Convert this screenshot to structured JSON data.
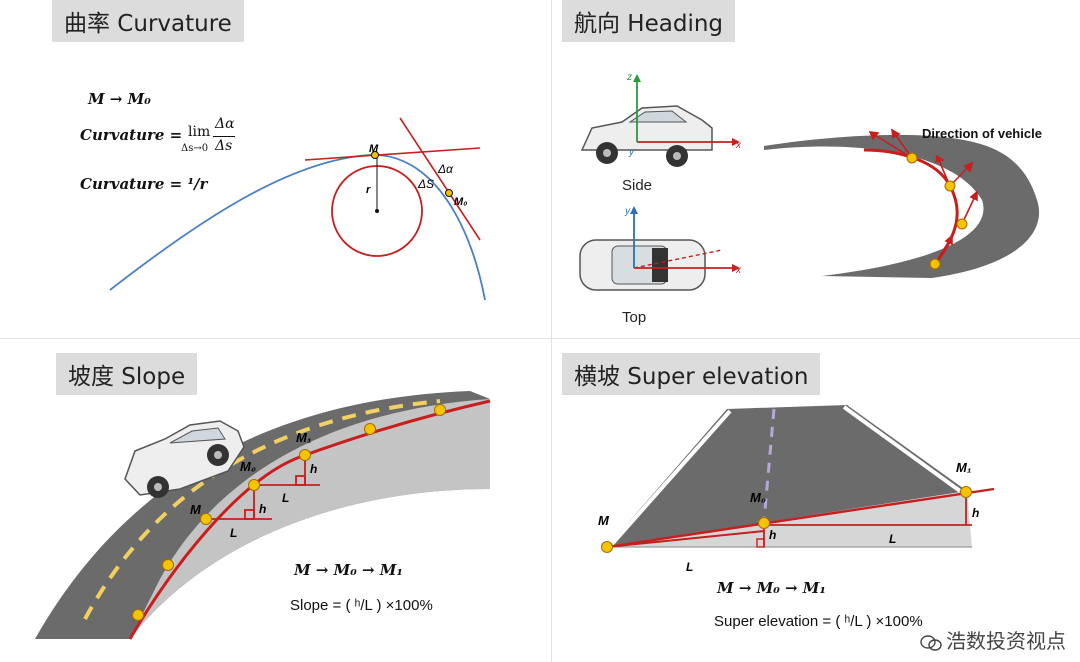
{
  "curvature": {
    "title": "曲率 Curvature",
    "formula_1": "M → M₀",
    "formula_2_lhs": "Curvature =",
    "formula_2_lim": "lim",
    "formula_2_sub": "Δs→0",
    "formula_2_num": "Δα",
    "formula_2_den": "Δs",
    "formula_3": "Curvature = ¹/r",
    "label_m": "M",
    "label_m0": "M₀",
    "label_r": "r",
    "label_ds": "ΔS",
    "label_da": "Δα"
  },
  "heading": {
    "title": "航向 Heading",
    "label_side": "Side",
    "label_top": "Top",
    "label_direction": "Direction of vehicle",
    "axis_x": "x",
    "axis_y": "y",
    "axis_z": "z"
  },
  "slope": {
    "title": "坡度 Slope",
    "label_m": "M",
    "label_m0": "M₀",
    "label_m1": "M₁",
    "label_h": "h",
    "label_l": "L",
    "formula_1": "M → M₀ → M₁",
    "formula_2": "Slope = ( ʰ/L ) ×100%"
  },
  "superelevation": {
    "title": "横坡 Super elevation",
    "label_m": "M",
    "label_m0": "M₀",
    "label_m1": "M₁",
    "label_h": "h",
    "label_l": "L",
    "formula_1": "M → M₀ → M₁",
    "formula_2": "Super elevation = ( ʰ/L ) ×100%"
  },
  "watermark": {
    "text": "浩数投资视点"
  },
  "colors": {
    "red": "#c81e1e",
    "road": "#6b6b6b",
    "dot": "#f5c400",
    "blue_curve": "#4a7fc1",
    "title_bg": "#dcdcdc"
  }
}
